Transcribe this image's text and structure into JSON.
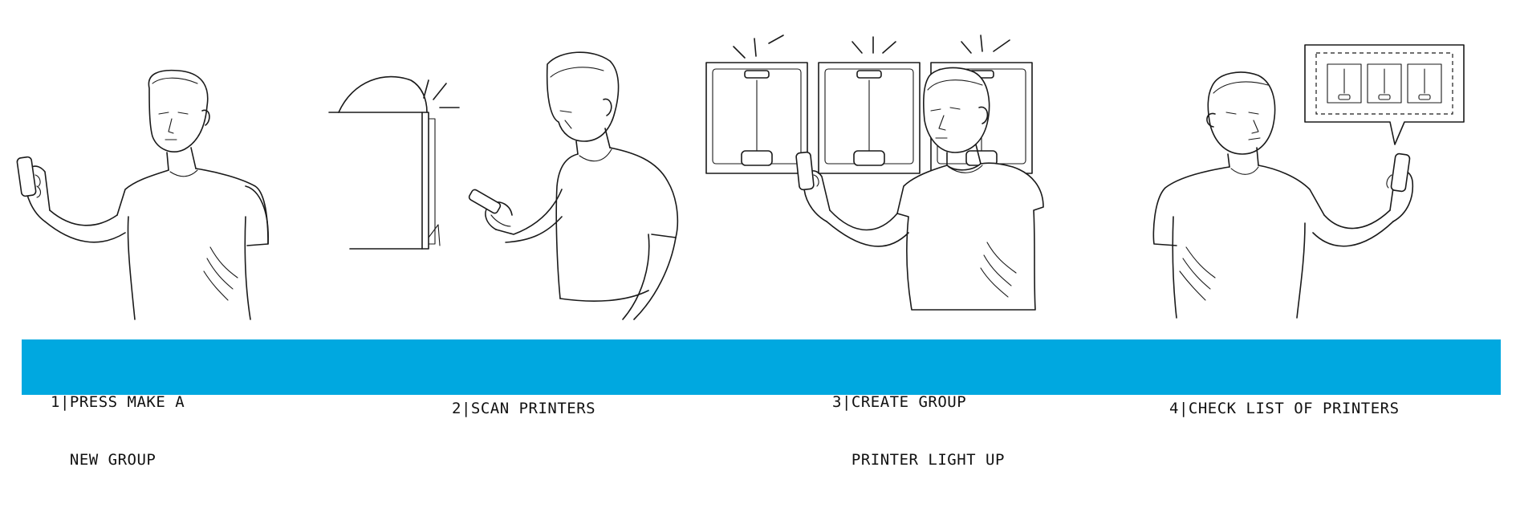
{
  "steps": [
    {
      "number": "1",
      "lines": [
        "PRESS MAKE A",
        "NEW GROUP"
      ]
    },
    {
      "number": "2",
      "lines": [
        "SCAN PRINTERS"
      ]
    },
    {
      "number": "3",
      "lines": [
        "CREATE GROUP",
        "PRINTER LIGHT UP"
      ]
    },
    {
      "number": "4",
      "lines": [
        "CHECK LIST OF PRINTERS"
      ]
    }
  ],
  "colors": {
    "bar": "#00a8e0",
    "line": "#1a1a1a",
    "background": "#ffffff"
  },
  "icons": [
    "person-figure",
    "smartphone-icon",
    "printer-icon",
    "light-rays-icon",
    "speech-bubble-icon"
  ]
}
